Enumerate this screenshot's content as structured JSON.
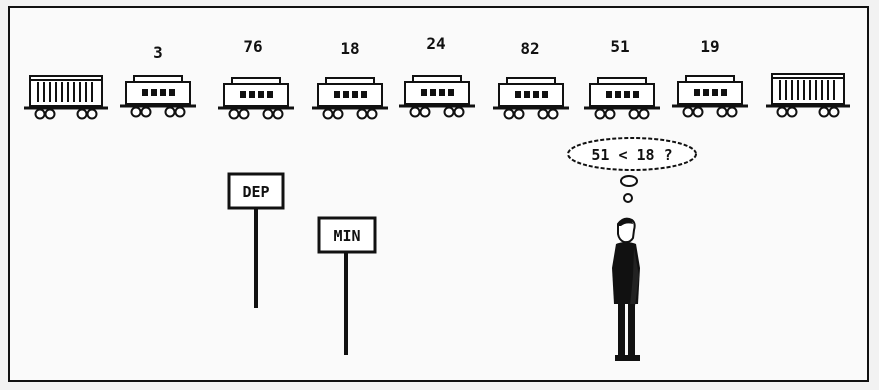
{
  "wagon_numbers": [
    "3",
    "76",
    "18",
    "24",
    "82",
    "51",
    "19"
  ],
  "signs": {
    "dep": "DEP",
    "min": "MIN"
  },
  "thought": "51 < 18 ?",
  "colors": {
    "ink": "#111111",
    "paper": "#fafafa"
  }
}
